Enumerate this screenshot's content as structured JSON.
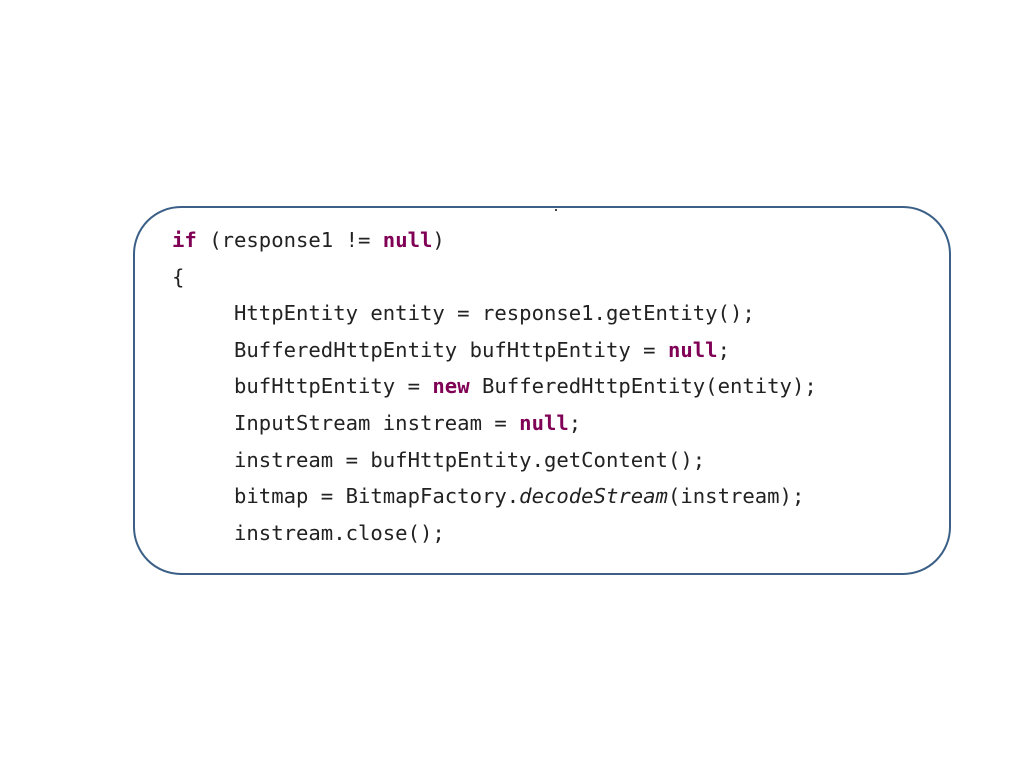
{
  "code": {
    "lines": [
      {
        "indent": false,
        "tokens": [
          {
            "t": "if",
            "kw": true
          },
          {
            "t": " (response1 != "
          },
          {
            "t": "null",
            "kw": true
          },
          {
            "t": ")"
          }
        ]
      },
      {
        "indent": false,
        "tokens": [
          {
            "t": "{"
          }
        ]
      },
      {
        "indent": true,
        "tokens": [
          {
            "t": "HttpEntity entity = response1.getEntity();"
          }
        ]
      },
      {
        "indent": true,
        "tokens": [
          {
            "t": "BufferedHttpEntity bufHttpEntity = "
          },
          {
            "t": "null",
            "kw": true
          },
          {
            "t": ";"
          }
        ]
      },
      {
        "indent": true,
        "tokens": [
          {
            "t": "bufHttpEntity = "
          },
          {
            "t": "new",
            "kw": true
          },
          {
            "t": " BufferedHttpEntity(entity);"
          }
        ]
      },
      {
        "indent": true,
        "tokens": [
          {
            "t": "InputStream instream = "
          },
          {
            "t": "null",
            "kw": true
          },
          {
            "t": ";"
          }
        ]
      },
      {
        "indent": true,
        "tokens": [
          {
            "t": "instream = bufHttpEntity.getContent();"
          }
        ]
      },
      {
        "indent": true,
        "tokens": [
          {
            "t": "bitmap = BitmapFactory."
          },
          {
            "t": "decodeStream",
            "it": true
          },
          {
            "t": "(instream);"
          }
        ]
      },
      {
        "indent": true,
        "tokens": [
          {
            "t": "instream.close();"
          }
        ]
      }
    ]
  },
  "colors": {
    "keyword": "#7f0055",
    "text": "#222222",
    "border": "#3b5f86"
  }
}
